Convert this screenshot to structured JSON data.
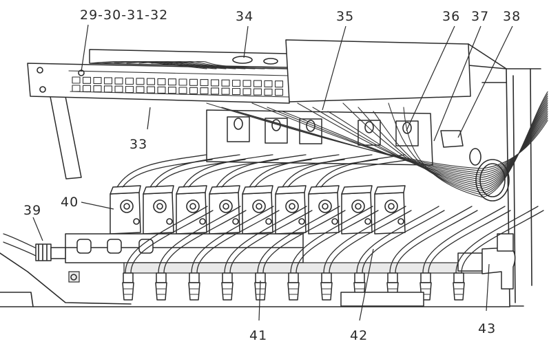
{
  "callouts": [
    {
      "id": "c29",
      "text": "29-30-31-32"
    },
    {
      "id": "c33",
      "text": "33"
    },
    {
      "id": "c34",
      "text": "34"
    },
    {
      "id": "c35",
      "text": "35"
    },
    {
      "id": "c36",
      "text": "36"
    },
    {
      "id": "c37",
      "text": "37"
    },
    {
      "id": "c38",
      "text": "38"
    },
    {
      "id": "c39",
      "text": "39"
    },
    {
      "id": "c40",
      "text": "40"
    },
    {
      "id": "c41",
      "text": "41"
    },
    {
      "id": "c42",
      "text": "42"
    },
    {
      "id": "c43",
      "text": "43"
    }
  ]
}
